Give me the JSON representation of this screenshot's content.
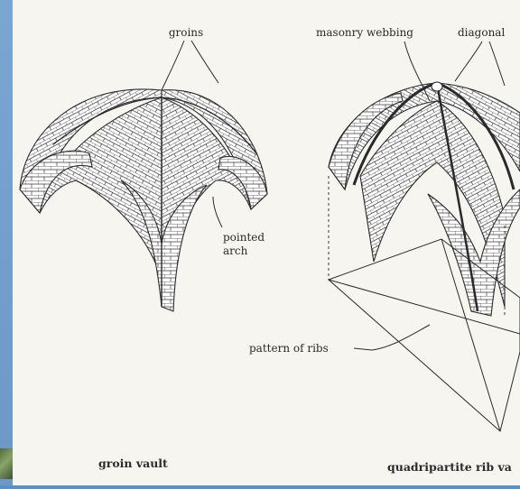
{
  "figure": {
    "labels": {
      "groins": "groins",
      "pointed_arch_line1": "pointed",
      "pointed_arch_line2": "arch",
      "masonry_webbing": "masonry webbing",
      "diagonal": "diagonal",
      "pattern_of_ribs": "pattern of ribs"
    },
    "captions": {
      "left": "groin vault",
      "right": "quadripartite rib va"
    }
  },
  "colors": {
    "frame": "#6b98c8",
    "page": "#f7f5f0",
    "stone": "#ffffff",
    "ink": "#2a2a2a"
  }
}
